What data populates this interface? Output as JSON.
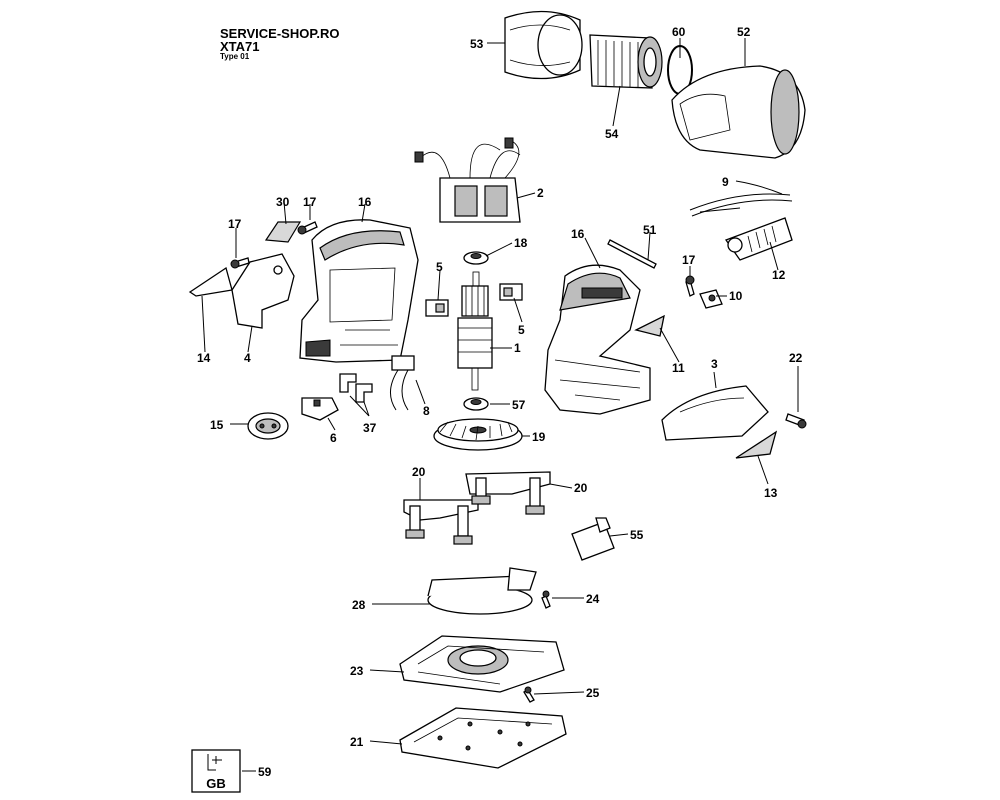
{
  "header": {
    "site": "SERVICE-SHOP.RO",
    "model": "XTA71",
    "type": "Type 01"
  },
  "badge": {
    "code": "GB"
  },
  "parts": [
    {
      "id": "53",
      "label": "53"
    },
    {
      "id": "60",
      "label": "60"
    },
    {
      "id": "52",
      "label": "52"
    },
    {
      "id": "54",
      "label": "54"
    },
    {
      "id": "2",
      "label": "2"
    },
    {
      "id": "9",
      "label": "9"
    },
    {
      "id": "30",
      "label": "30"
    },
    {
      "id": "17a",
      "label": "17"
    },
    {
      "id": "16a",
      "label": "16"
    },
    {
      "id": "17b",
      "label": "17"
    },
    {
      "id": "18",
      "label": "18"
    },
    {
      "id": "51",
      "label": "51"
    },
    {
      "id": "16b",
      "label": "16"
    },
    {
      "id": "12",
      "label": "12"
    },
    {
      "id": "17c",
      "label": "17"
    },
    {
      "id": "5a",
      "label": "5"
    },
    {
      "id": "10",
      "label": "10"
    },
    {
      "id": "5b",
      "label": "5"
    },
    {
      "id": "14",
      "label": "14"
    },
    {
      "id": "4",
      "label": "4"
    },
    {
      "id": "1",
      "label": "1"
    },
    {
      "id": "11",
      "label": "11"
    },
    {
      "id": "3",
      "label": "3"
    },
    {
      "id": "22",
      "label": "22"
    },
    {
      "id": "8",
      "label": "8"
    },
    {
      "id": "57",
      "label": "57"
    },
    {
      "id": "15",
      "label": "15"
    },
    {
      "id": "6",
      "label": "6"
    },
    {
      "id": "37",
      "label": "37"
    },
    {
      "id": "19",
      "label": "19"
    },
    {
      "id": "13",
      "label": "13"
    },
    {
      "id": "20a",
      "label": "20"
    },
    {
      "id": "20b",
      "label": "20"
    },
    {
      "id": "55",
      "label": "55"
    },
    {
      "id": "28",
      "label": "28"
    },
    {
      "id": "24",
      "label": "24"
    },
    {
      "id": "23",
      "label": "23"
    },
    {
      "id": "25",
      "label": "25"
    },
    {
      "id": "21",
      "label": "21"
    },
    {
      "id": "59",
      "label": "59"
    }
  ]
}
